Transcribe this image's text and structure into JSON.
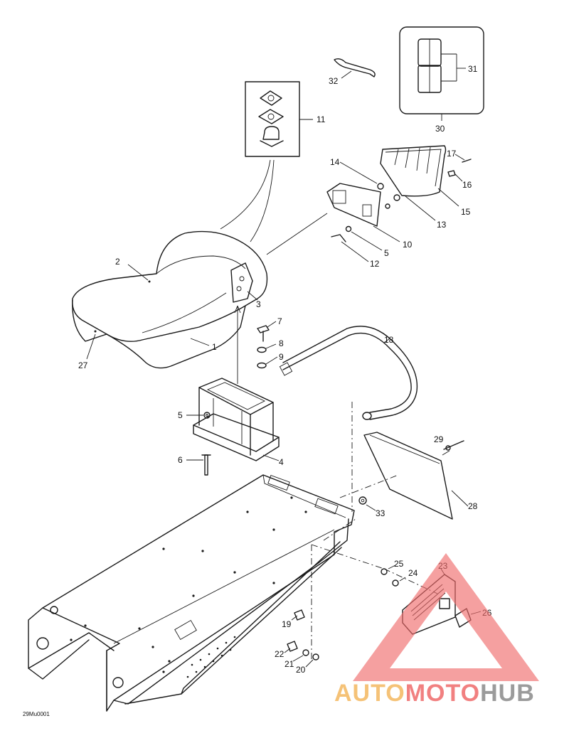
{
  "diagram_code": "29Mu0001",
  "callouts": {
    "c1": "1",
    "c2": "2",
    "c3": "3",
    "c4": "4",
    "c5a": "5",
    "c5b": "5",
    "c6": "6",
    "c7": "7",
    "c8": "8",
    "c9": "9",
    "c10": "10",
    "c11": "11",
    "c12": "12",
    "c13": "13",
    "c14": "14",
    "c15": "15",
    "c16": "16",
    "c17": "17",
    "c18": "18",
    "c19": "19",
    "c20": "20",
    "c21": "21",
    "c22": "22",
    "c23": "23",
    "c24": "24",
    "c25": "25",
    "c26": "26",
    "c27": "27",
    "c28": "28",
    "c29": "29",
    "c30": "30",
    "c31": "31",
    "c32": "32",
    "c33": "33"
  },
  "watermark": {
    "part1": "AUTO",
    "part2": "MOTO",
    "part3": "HUB",
    "color_orange": "#f4b860",
    "color_red": "#ef6b6b",
    "color_gray": "#8a8a8a"
  }
}
